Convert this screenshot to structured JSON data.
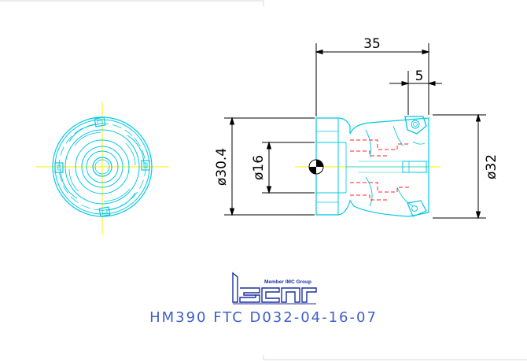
{
  "drawing": {
    "part_number": "HM390 FTC D032-04-16-07",
    "dimensions": {
      "overall_length": "35",
      "insert_offset": "5",
      "body_diameter": "ø30.4",
      "bore_diameter": "ø16",
      "cutting_diameter": "ø32"
    },
    "logo": {
      "text": "Iscar",
      "tagline": "Member IMC Group"
    }
  },
  "colors": {
    "outline": "#00c8e6",
    "insert_detail": "#ff2020",
    "centerline": "#ffee00",
    "dimension": "#000000",
    "part_number": "#3f5fc8",
    "logo": "#1c2fa0"
  }
}
